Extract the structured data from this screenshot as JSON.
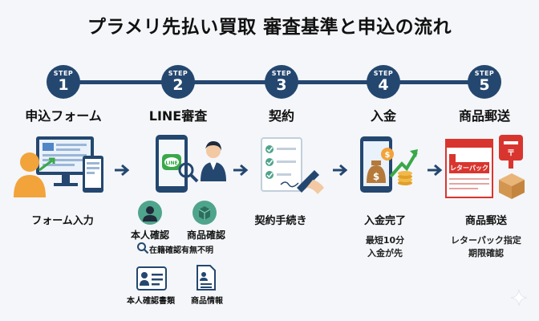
{
  "title": "プラメリ先払い買取 審査基準と申込の流れ",
  "step_label": "STEP",
  "steps": [
    {
      "num": "1",
      "name": "申込フォーム",
      "caption": "フォーム入力"
    },
    {
      "num": "2",
      "name": "LINE審査",
      "details": {
        "id_check": "本人確認",
        "item_check": "商品確認",
        "registry_check": "在籍確認有無不明",
        "id_docs": "本人確認書類",
        "item_info": "商品情報",
        "line_logo": "LINE"
      }
    },
    {
      "num": "3",
      "name": "契約",
      "caption": "契約手続き"
    },
    {
      "num": "4",
      "name": "入金",
      "caption": "入金完了",
      "sub": [
        "最短10分",
        "入金が先"
      ]
    },
    {
      "num": "5",
      "name": "商品郵送",
      "caption": "商品郵送",
      "sub": [
        "レターパック指定",
        "期限確認"
      ],
      "box_label": "レターパック"
    }
  ],
  "colors": {
    "navy": "#24476f",
    "teal": "#4fa48c",
    "orange": "#f2a33a",
    "red": "#d9352f",
    "green": "#3aa84a"
  }
}
